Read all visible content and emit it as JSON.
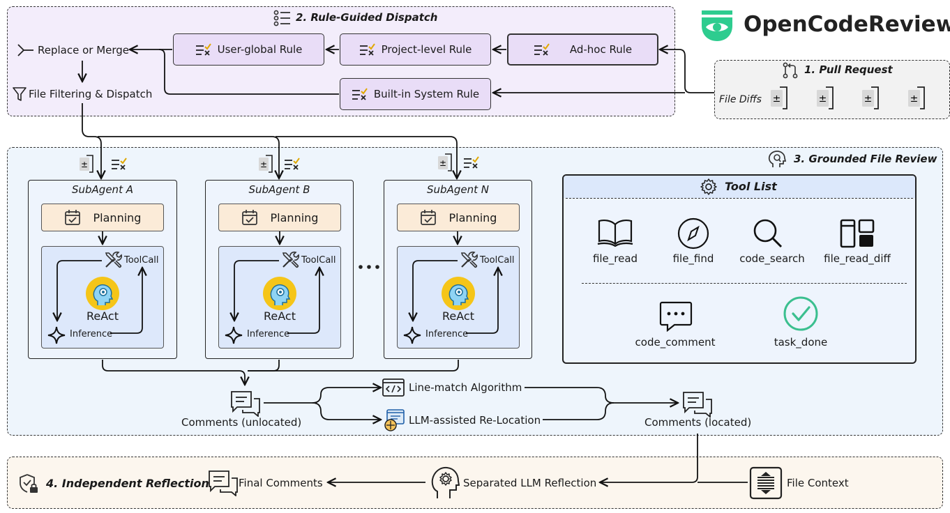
{
  "brand": {
    "name": "OpenCodeReview",
    "logo_color": "#2ecc8f"
  },
  "colors": {
    "dispatch_bg": "#f3edfb",
    "review_bg": "#eef5fc",
    "reflection_bg": "#fcf6ee",
    "pr_bg": "#f2f2f2",
    "rule_box": "#e9ddf7",
    "planning": "#fbebd8",
    "react": "#dde8fb",
    "react_head": "#f5c518",
    "task_done": "#3bbf8f"
  },
  "sections": {
    "pull_request": "1. Pull Request",
    "dispatch": "2. Rule-Guided Dispatch",
    "review": "3. Grounded File Review",
    "reflection": "4. Independent Reflection"
  },
  "pull_request": {
    "file_diffs": "File Diffs"
  },
  "dispatch": {
    "replace_merge": "Replace or Merge",
    "file_filtering": "File Filtering & Dispatch",
    "rules": {
      "user_global": "User-global Rule",
      "project_level": "Project-level Rule",
      "ad_hoc": "Ad-hoc Rule",
      "built_in": "Built-in System Rule"
    }
  },
  "subagents": [
    {
      "title": "SubAgent A",
      "planning": "Planning",
      "toolcall": "ToolCall",
      "react": "ReAct",
      "inference": "Inference"
    },
    {
      "title": "SubAgent B",
      "planning": "Planning",
      "toolcall": "ToolCall",
      "react": "ReAct",
      "inference": "Inference"
    },
    {
      "title": "SubAgent N",
      "planning": "Planning",
      "toolcall": "ToolCall",
      "react": "ReAct",
      "inference": "Inference"
    }
  ],
  "tool_list": {
    "title": "Tool List",
    "tools": [
      "file_read",
      "file_find",
      "code_search",
      "file_read_diff",
      "code_comment",
      "task_done"
    ]
  },
  "review": {
    "comments_unlocated": "Comments (unlocated)",
    "line_match": "Line-match Algorithm",
    "llm_relocation": "LLM-assisted Re-Location",
    "comments_located": "Comments (located)"
  },
  "reflection": {
    "final_comments": "Final Comments",
    "separated_llm": "Separated LLM Reflection",
    "file_context": "File Context"
  }
}
